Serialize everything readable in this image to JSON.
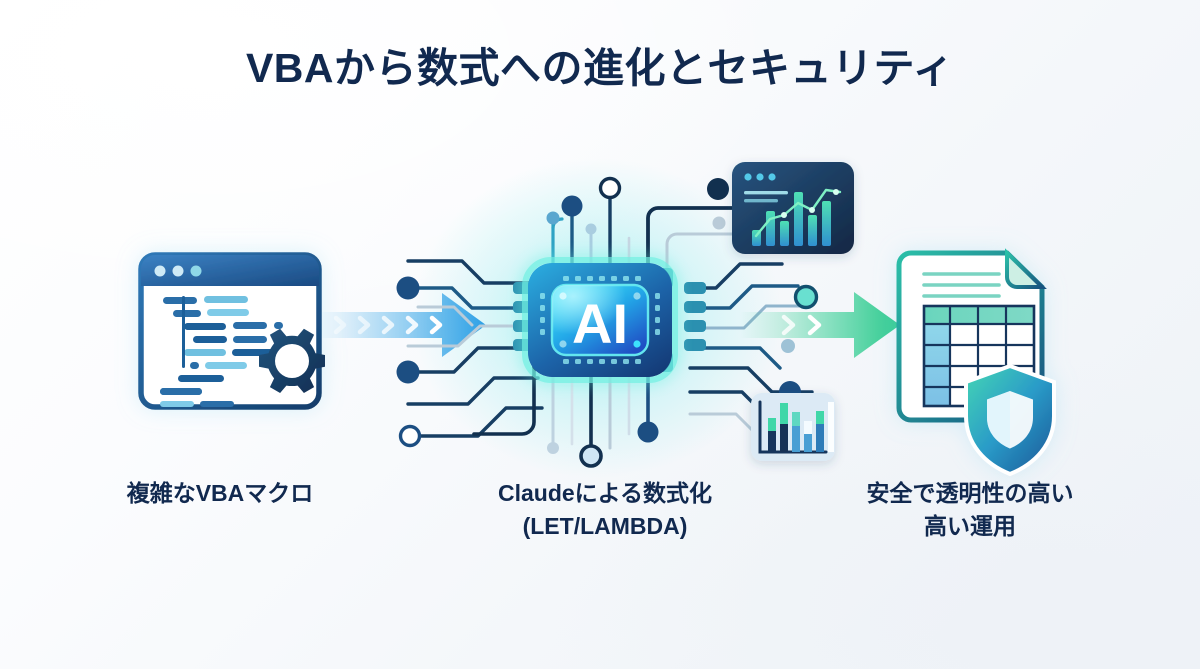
{
  "slide": {
    "title": "VBAから数式への進化とセキュリティ",
    "background": {
      "from": "#ffffff",
      "to": "#eef2f7"
    },
    "text_color": "#11294f"
  },
  "stages": [
    {
      "id": "left",
      "name": "complex-vba-macro",
      "caption_line1": "複雑なVBAマクロ",
      "caption_line2": "",
      "icon": "code-window-gear-icon",
      "colors": {
        "window_border": "#1c4d86",
        "title_bar_from": "#2f6fae",
        "title_bar_to": "#1b4a81",
        "gear": "#153c68",
        "code_line_dark": "#1f5e99",
        "code_line_light": "#79c6e6"
      }
    },
    {
      "id": "center",
      "name": "claude-formula-conversion",
      "caption_line1": "Claudeによる数式化",
      "caption_line2": "(LET/LAMBDA)",
      "icon": "ai-chip-icon",
      "chip_label": "AI",
      "colors": {
        "chip_glow": "#4fe3d8",
        "chip_body_from": "#1a9fd4",
        "chip_body_to": "#15407e",
        "core_from": "#2bd7f5",
        "core_to": "#1f55c9",
        "trace": "#12385f",
        "node_fill": "#1c4e82"
      }
    },
    {
      "id": "right",
      "name": "secure-transparent-operation",
      "caption_line1": "安全で透明性の高い",
      "caption_line2": "高い運用",
      "icon": "spreadsheet-shield-icon",
      "colors": {
        "doc_border": "#1b9c93",
        "table_header": "#61cfbd",
        "table_col": "#7fc6e8",
        "shield_from": "#3ecfb2",
        "shield_to": "#1f63a8"
      }
    }
  ],
  "arrows": [
    {
      "name": "arrow-vba-to-ai",
      "direction": "right",
      "chevrons": 5,
      "color_from": "rgba(61,169,232,0)",
      "color_to": "#3da9e8"
    },
    {
      "name": "arrow-ai-to-output",
      "direction": "right",
      "chevrons": 2,
      "color_from": "rgba(62,207,158,0)",
      "color_to": "#33cf94"
    }
  ],
  "cards": [
    {
      "name": "dashboard-card",
      "style": "dark",
      "window_dots": 3,
      "text_lines": 2,
      "chart_type": "bar-line",
      "bg_from": "#214a7a",
      "bg_to": "#14233f"
    },
    {
      "name": "bar-chart-card",
      "style": "light",
      "chart_type": "bar",
      "bg": "#dfeaf4"
    }
  ],
  "chart_data": [
    {
      "type": "bar",
      "name": "dashboard-card-chart",
      "title": "",
      "categories": [
        "1",
        "2",
        "3",
        "4",
        "5",
        "6"
      ],
      "values": [
        30,
        58,
        44,
        92,
        55,
        78
      ],
      "series": [
        {
          "name": "bars",
          "values": [
            30,
            58,
            44,
            92,
            55,
            78
          ]
        },
        {
          "name": "trend-line",
          "values": [
            18,
            44,
            52,
            70,
            58,
            96
          ]
        }
      ],
      "xlabel": "",
      "ylabel": "",
      "ylim": [
        0,
        100
      ],
      "grid": false,
      "legend": "none"
    },
    {
      "type": "bar",
      "name": "bar-chart-card-chart",
      "title": "",
      "categories": [
        "1",
        "2",
        "3",
        "4",
        "5",
        "6"
      ],
      "values": [
        48,
        74,
        62,
        40,
        70,
        96
      ],
      "series": [
        {
          "name": "lower",
          "values": [
            30,
            44,
            40,
            26,
            44,
            54
          ]
        },
        {
          "name": "upper",
          "values": [
            18,
            30,
            22,
            14,
            26,
            42
          ]
        }
      ],
      "xlabel": "",
      "ylabel": "",
      "ylim": [
        0,
        100
      ],
      "grid": false,
      "legend": "none"
    }
  ]
}
